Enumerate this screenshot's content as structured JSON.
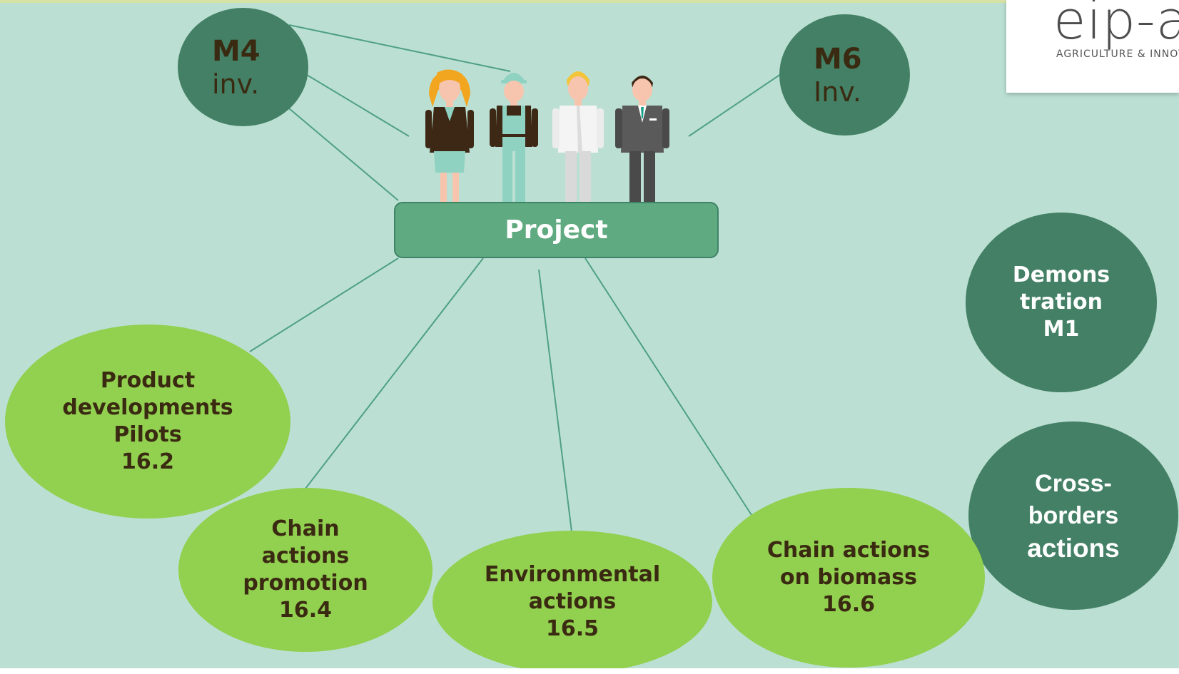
{
  "logo": {
    "main": "eip-ag",
    "tagline": "AGRICULTURE & INNOV"
  },
  "nodes": {
    "m4": {
      "code": "M4",
      "sub": "inv."
    },
    "m6": {
      "code": "M6",
      "sub": "Inv."
    },
    "project": {
      "label": "Project"
    },
    "demonstration": {
      "lines": [
        "Demons",
        "tration",
        "M1"
      ]
    },
    "cross_borders": {
      "lines": [
        "Cross-",
        "borders",
        "actions"
      ]
    },
    "product_developments": {
      "lines": [
        "Product",
        "developments",
        "Pilots",
        "16.2"
      ]
    },
    "chain_promotion": {
      "lines": [
        "Chain",
        "actions",
        "promotion",
        "16.4"
      ]
    },
    "environmental": {
      "lines": [
        "Environmental",
        "actions",
        "16.5"
      ]
    },
    "chain_biomass": {
      "lines": [
        "Chain actions",
        "on biomass",
        "16.6"
      ]
    }
  },
  "colors": {
    "background": "#bbe0d3",
    "dark_node": "#438065",
    "light_node": "#92d050",
    "project_box": "#5faa80",
    "connector": "#4f9f85",
    "text_dark": "#3a2a12"
  },
  "icons": [
    "woman-figure-icon",
    "worker-figure-icon",
    "chef-figure-icon",
    "businessman-figure-icon"
  ]
}
